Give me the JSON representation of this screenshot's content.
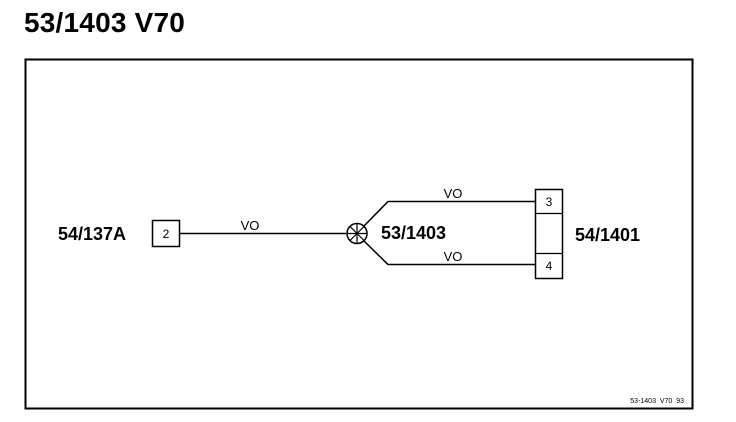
{
  "title": "53/1403 V70",
  "components": {
    "left_connector": {
      "label": "54/137A",
      "pin": "2"
    },
    "junction": {
      "label": "53/1403"
    },
    "right_connector": {
      "label": "54/1401",
      "pin_top": "3",
      "pin_bottom": "4"
    }
  },
  "wires": {
    "left": {
      "color_code": "VO"
    },
    "upper_right": {
      "color_code": "VO"
    },
    "lower_right": {
      "color_code": "VO"
    }
  },
  "footer_code": "53-1403  V70  93"
}
